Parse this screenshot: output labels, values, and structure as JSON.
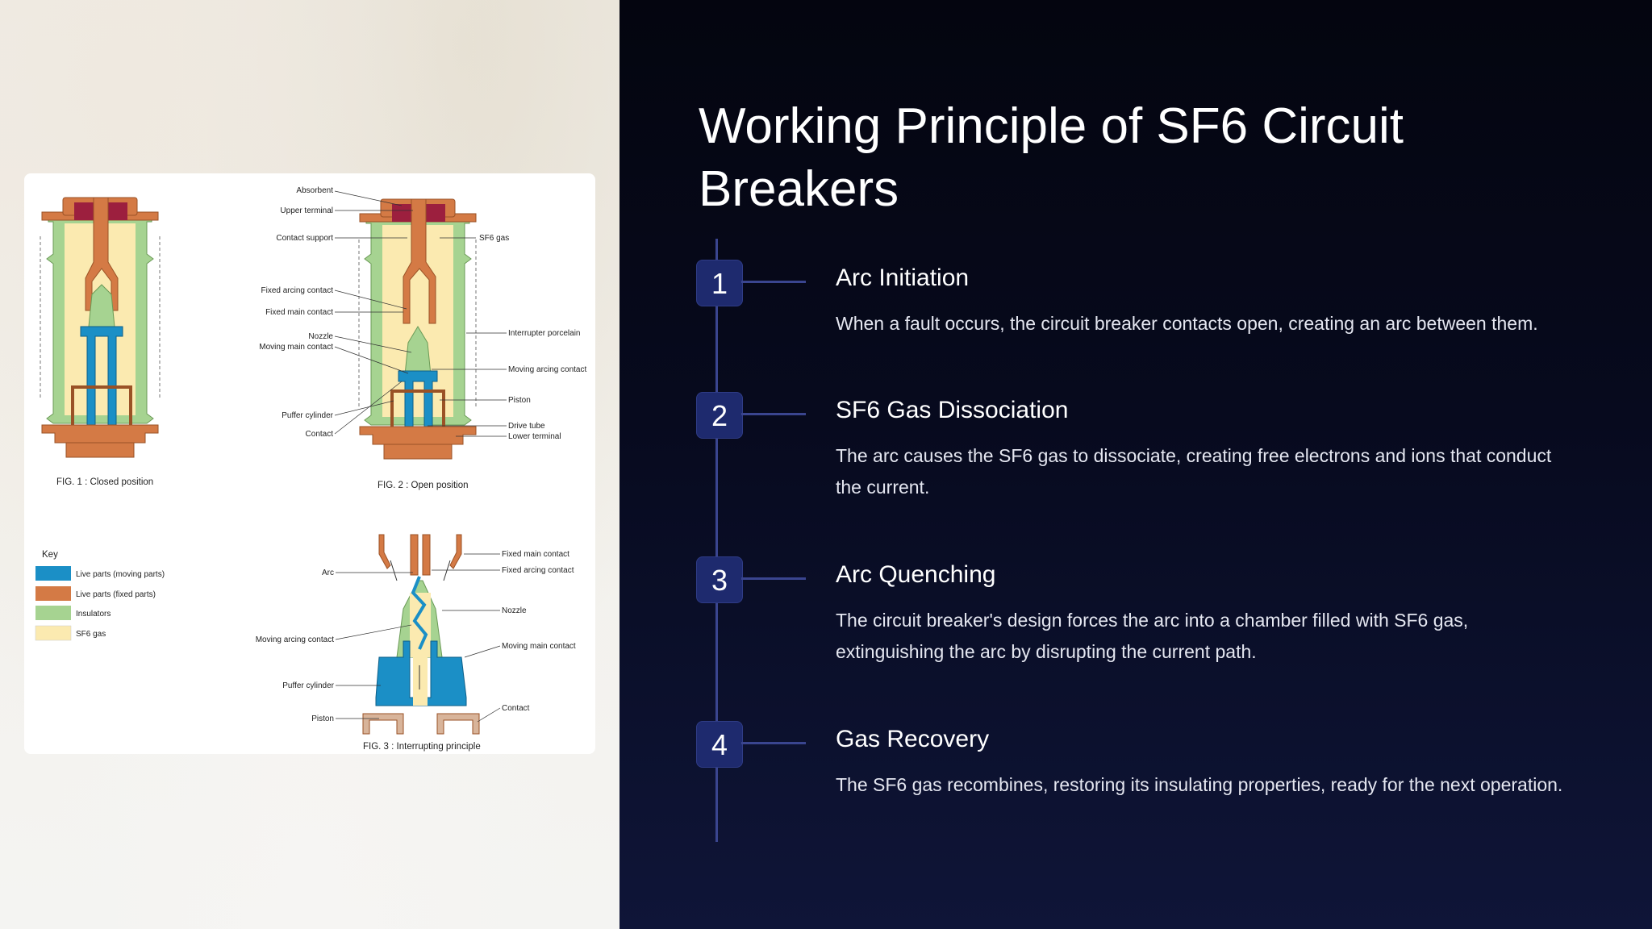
{
  "slide": {
    "title": "Working Principle of SF6 Circuit Breakers",
    "steps": [
      {
        "number": "1",
        "title": "Arc Initiation",
        "description": "When a fault occurs, the circuit breaker contacts open, creating an arc between them."
      },
      {
        "number": "2",
        "title": "SF6 Gas Dissociation",
        "description": "The arc causes the SF6 gas to dissociate, creating free electrons and ions that conduct the current."
      },
      {
        "number": "3",
        "title": "Arc Quenching",
        "description": "The circuit breaker's design forces the arc into a chamber filled with SF6 gas, extinguishing the arc by disrupting the current path."
      },
      {
        "number": "4",
        "title": "Gas Recovery",
        "description": "The SF6 gas recombines, restoring its insulating properties, ready for the next operation."
      }
    ]
  },
  "figure": {
    "captions": {
      "fig1": "FIG. 1 : Closed position",
      "fig2": "FIG. 2 : Open position",
      "fig3": "FIG. 3 : Interrupting principle"
    },
    "fig2_labels": {
      "absorbent": "Absorbent",
      "upper_terminal": "Upper terminal",
      "contact_support": "Contact support",
      "fixed_arcing_contact": "Fixed arcing contact",
      "fixed_main_contact": "Fixed main contact",
      "nozzle": "Nozzle",
      "moving_main_contact": "Moving main contact",
      "puffer_cylinder": "Puffer cylinder",
      "contact": "Contact",
      "sf6_gas": "SF6 gas",
      "interrupter_porcelain": "Interrupter porcelain",
      "moving_arcing_contact": "Moving arcing contact",
      "piston": "Piston",
      "drive_tube": "Drive tube",
      "lower_terminal": "Lower terminal"
    },
    "fig3_labels": {
      "fixed_main_contact": "Fixed main contact",
      "fixed_arcing_contact": "Fixed arcing contact",
      "arc": "Arc",
      "nozzle": "Nozzle",
      "moving_arcing_contact": "Moving arcing contact",
      "moving_main_contact": "Moving main contact",
      "puffer_cylinder": "Puffer cylinder",
      "contact": "Contact",
      "piston": "Piston"
    },
    "key": {
      "title": "Key",
      "items": [
        {
          "label": "Live parts (moving parts)",
          "color": "#1b8fc6"
        },
        {
          "label": "Live parts (fixed parts)",
          "color": "#d47a45"
        },
        {
          "label": "Insulators",
          "color": "#a6d391"
        },
        {
          "label": "SF6 gas",
          "color": "#fbeab0"
        }
      ]
    }
  },
  "colors": {
    "moving_parts": "#1b8fc6",
    "fixed_parts": "#d47a45",
    "insulators": "#a6d391",
    "gas": "#fbeab0",
    "absorbent": "#9c1f3e",
    "badge_bg": "#1e2a6e",
    "timeline": "#3a458f"
  }
}
